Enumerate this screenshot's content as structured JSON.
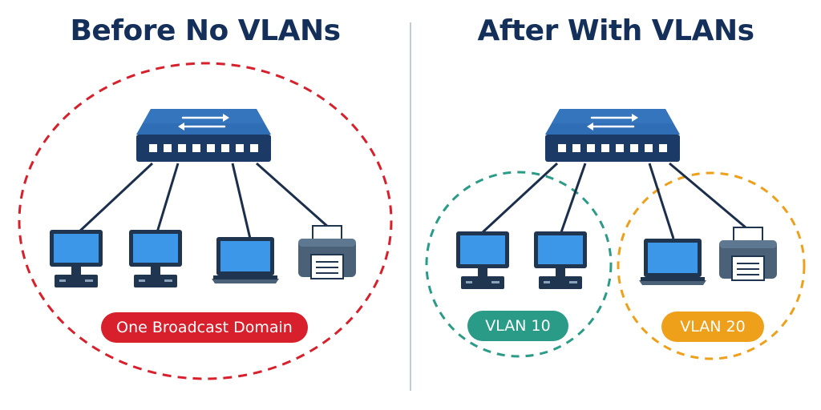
{
  "before": {
    "title": "Before No VLANs",
    "domain_label": "One Broadcast Domain",
    "domain_color": "#d8202c"
  },
  "after": {
    "title": "After With VLANs",
    "vlans": [
      {
        "label": "VLAN 10",
        "color": "#2a9b87"
      },
      {
        "label": "VLAN 20",
        "color": "#efa01b"
      }
    ]
  },
  "colors": {
    "title": "#14305a",
    "switch_top": "#2f6db5",
    "switch_body": "#1b3a66",
    "screen": "#3d97e8",
    "device_dark": "#1f3550",
    "printer_body": "#4a6178",
    "cable": "#1b2f4d"
  },
  "icons": [
    "network-switch-icon",
    "desktop-computer-icon",
    "laptop-icon",
    "printer-icon"
  ]
}
